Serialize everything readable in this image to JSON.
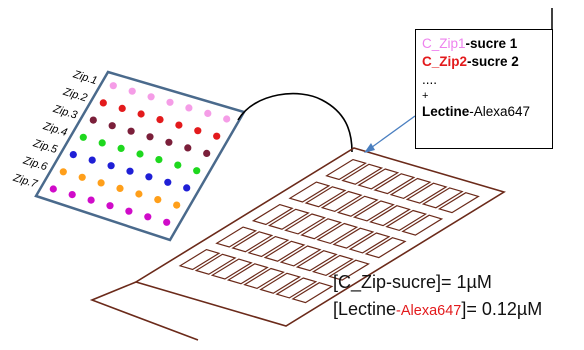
{
  "zip_labels": [
    "Zip.1",
    "Zip.2",
    "Zip.3",
    "Zip.4",
    "Zip.5",
    "Zip.6",
    "Zip.7"
  ],
  "row_colors": [
    "#f59de7",
    "#e31a1c",
    "#7b1f3a",
    "#1ed81e",
    "#1f1fd6",
    "#ff9f1a",
    "#d00bc9"
  ],
  "dots_per_row": 7,
  "legend": {
    "line1_name": "C_Zip1",
    "line1_suffix": "-sucre 1",
    "line2_name": "C_Zip2",
    "line2_suffix": "-sucre 2",
    "line3": "....",
    "line4": "+",
    "line5_name": "Lectine",
    "line5_suffix": "-Alexa647"
  },
  "concentrations": {
    "line1": "[C_Zip-sucre]= 1µM",
    "line2_prefix": "[Lectine",
    "line2_red": "-Alexa647",
    "line2_suffix": "]= 0.12µM"
  },
  "colors": {
    "array_border": "#4a6a8c",
    "slide_border": "#6b2a1a",
    "arrow": "#4a7fc0"
  },
  "slide_grid": {
    "rows": 5,
    "cols": 8
  }
}
